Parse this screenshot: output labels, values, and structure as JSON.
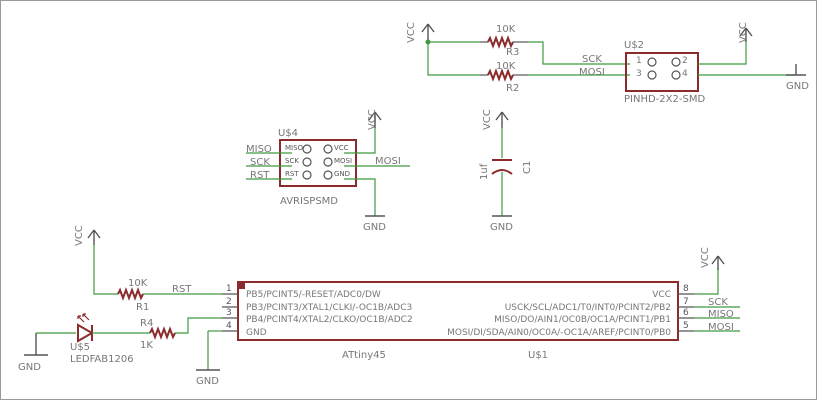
{
  "labels": {
    "vcc": "VCC",
    "gnd": "GND"
  },
  "r3": {
    "value": "10K",
    "name": "R3"
  },
  "r2": {
    "value": "10K",
    "name": "R2"
  },
  "r1": {
    "value": "10K",
    "name": "R1"
  },
  "r4": {
    "name": "R4",
    "value": "1K"
  },
  "c1": {
    "value": "1uf",
    "name": "C1"
  },
  "u2": {
    "name": "U$2",
    "package": "PINHD-2X2-SMD",
    "pins": [
      "1",
      "2",
      "3",
      "4"
    ],
    "nets": [
      "SCK",
      "MOSI"
    ]
  },
  "u4": {
    "name": "U$4",
    "package": "AVRISPSMD",
    "pins_left": [
      "MISO",
      "SCK",
      "RST"
    ],
    "pins_right": [
      "VCC",
      "MOSI",
      "GND"
    ],
    "nets_left": [
      "MISO",
      "SCK",
      "RST"
    ],
    "net_right": "MOSI"
  },
  "u5": {
    "name": "U$5",
    "package": "LEDFAB1206"
  },
  "u1": {
    "name": "U$1",
    "package": "ATtiny45",
    "pins_left": [
      "PB5/PCINT5/-RESET/ADC0/DW",
      "PB3/PCINT3/XTAL1/CLKI/-OC1B/ADC3",
      "PB4/PCINT4/XTAL2/CLKO/OC1B/ADC2",
      "GND"
    ],
    "pins_right": [
      "VCC",
      "USCK/SCL/ADC1/T0/INT0/PCINT2/PB2",
      "MISO/DO/AIN1/OC0B/OC1A/PCINT1/PB1",
      "MOSI/DI/SDA/AIN0/OC0A/-OC1A/AREF/PCINT0/PB0"
    ],
    "pin_numbers_left": [
      "1",
      "2",
      "3",
      "4"
    ],
    "pin_numbers_right": [
      "8",
      "7",
      "6",
      "5"
    ],
    "net_rst": "RST",
    "nets_right": [
      "SCK",
      "MISO",
      "MOSI"
    ]
  }
}
